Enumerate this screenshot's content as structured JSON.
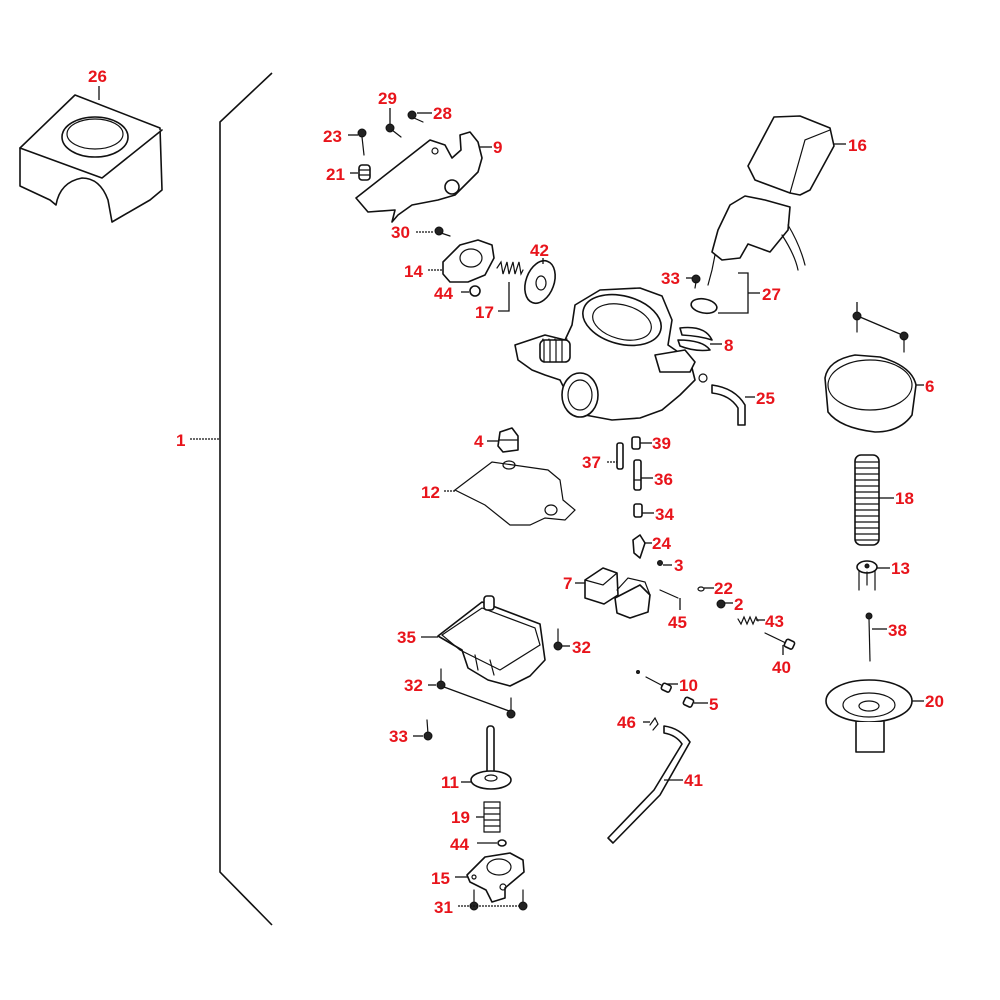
{
  "diagram": {
    "title": "Carburetor assembly exploded parts diagram",
    "label_color": "#e8141b",
    "line_color": "#111111",
    "background": "#ffffff",
    "assembly_label": "1",
    "callouts": [
      {
        "id": "c26",
        "label": "26",
        "part": "air-vent-cap"
      },
      {
        "id": "c29",
        "label": "29",
        "part": "screw"
      },
      {
        "id": "c28",
        "label": "28",
        "part": "screw"
      },
      {
        "id": "c23",
        "label": "23",
        "part": "throttle-stop-screw"
      },
      {
        "id": "c21",
        "label": "21",
        "part": "spring"
      },
      {
        "id": "c9",
        "label": "9",
        "part": "throttle-lever-bracket"
      },
      {
        "id": "c30",
        "label": "30",
        "part": "screw"
      },
      {
        "id": "c42",
        "label": "42",
        "part": "diaphragm"
      },
      {
        "id": "c14",
        "label": "14",
        "part": "cover"
      },
      {
        "id": "c44a",
        "label": "44",
        "part": "o-ring"
      },
      {
        "id": "c17",
        "label": "17",
        "part": "spring"
      },
      {
        "id": "c16",
        "label": "16",
        "part": "auto-choke-cover"
      },
      {
        "id": "c33a",
        "label": "33",
        "part": "screw"
      },
      {
        "id": "c27",
        "label": "27",
        "part": "auto-bystarter-set"
      },
      {
        "id": "c8",
        "label": "8",
        "part": "plate-clamp"
      },
      {
        "id": "c25",
        "label": "25",
        "part": "hose"
      },
      {
        "id": "c6",
        "label": "6",
        "part": "vacuum-chamber-cover"
      },
      {
        "id": "c4",
        "label": "4",
        "part": "cap"
      },
      {
        "id": "c39",
        "label": "39",
        "part": "jet"
      },
      {
        "id": "c37",
        "label": "37",
        "part": "needle-jet"
      },
      {
        "id": "c36",
        "label": "36",
        "part": "needle-jet-holder"
      },
      {
        "id": "c34",
        "label": "34",
        "part": "main-jet"
      },
      {
        "id": "c12",
        "label": "12",
        "part": "float-chamber-gasket"
      },
      {
        "id": "c18",
        "label": "18",
        "part": "spring"
      },
      {
        "id": "c24",
        "label": "24",
        "part": "float-valve"
      },
      {
        "id": "c3",
        "label": "3",
        "part": "clip"
      },
      {
        "id": "c13",
        "label": "13",
        "part": "needle-holder"
      },
      {
        "id": "c7",
        "label": "7",
        "part": "float"
      },
      {
        "id": "c22",
        "label": "22",
        "part": "o-ring"
      },
      {
        "id": "c2",
        "label": "2",
        "part": "washer"
      },
      {
        "id": "c45",
        "label": "45",
        "part": "float-pin"
      },
      {
        "id": "c43",
        "label": "43",
        "part": "spring"
      },
      {
        "id": "c38",
        "label": "38",
        "part": "jet-needle"
      },
      {
        "id": "c35",
        "label": "35",
        "part": "float-chamber"
      },
      {
        "id": "c32a",
        "label": "32",
        "part": "screw"
      },
      {
        "id": "c40",
        "label": "40",
        "part": "air-screw"
      },
      {
        "id": "c32b",
        "label": "32",
        "part": "screw"
      },
      {
        "id": "c10",
        "label": "10",
        "part": "drain-screw"
      },
      {
        "id": "c20",
        "label": "20",
        "part": "vacuum-piston"
      },
      {
        "id": "c5",
        "label": "5",
        "part": "plug"
      },
      {
        "id": "c33b",
        "label": "33",
        "part": "screw"
      },
      {
        "id": "c46",
        "label": "46",
        "part": "clip"
      },
      {
        "id": "c11",
        "label": "11",
        "part": "accelerator-pump-diaphragm"
      },
      {
        "id": "c41",
        "label": "41",
        "part": "drain-tube"
      },
      {
        "id": "c19",
        "label": "19",
        "part": "spring"
      },
      {
        "id": "c44b",
        "label": "44",
        "part": "o-ring"
      },
      {
        "id": "c15",
        "label": "15",
        "part": "pump-cover"
      },
      {
        "id": "c31",
        "label": "31",
        "part": "screw"
      }
    ]
  }
}
